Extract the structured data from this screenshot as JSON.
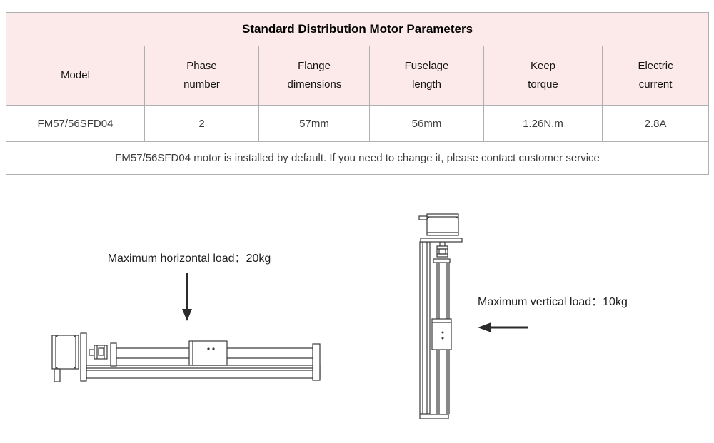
{
  "colors": {
    "header_pink": "#fce9ea",
    "table_border_gray": "#b0b0b0",
    "line_art": "#3a3a3a"
  },
  "table": {
    "title": "Standard Distribution Motor Parameters",
    "columns": [
      "Model",
      "Phase number",
      "Flange dimensions",
      "Fuselage length",
      "Keep torque",
      "Electric current"
    ],
    "rows": [
      [
        "FM57/56SFD04",
        "2",
        "57mm",
        "56mm",
        "1.26N.m",
        "2.8A"
      ]
    ],
    "note": "FM57/56SFD04 motor is installed by default. If you need to change it, please contact customer service"
  },
  "diagrams": {
    "horizontal_load_label": "Maximum horizontal load：20kg",
    "vertical_load_label": "Maximum vertical load：10kg"
  }
}
